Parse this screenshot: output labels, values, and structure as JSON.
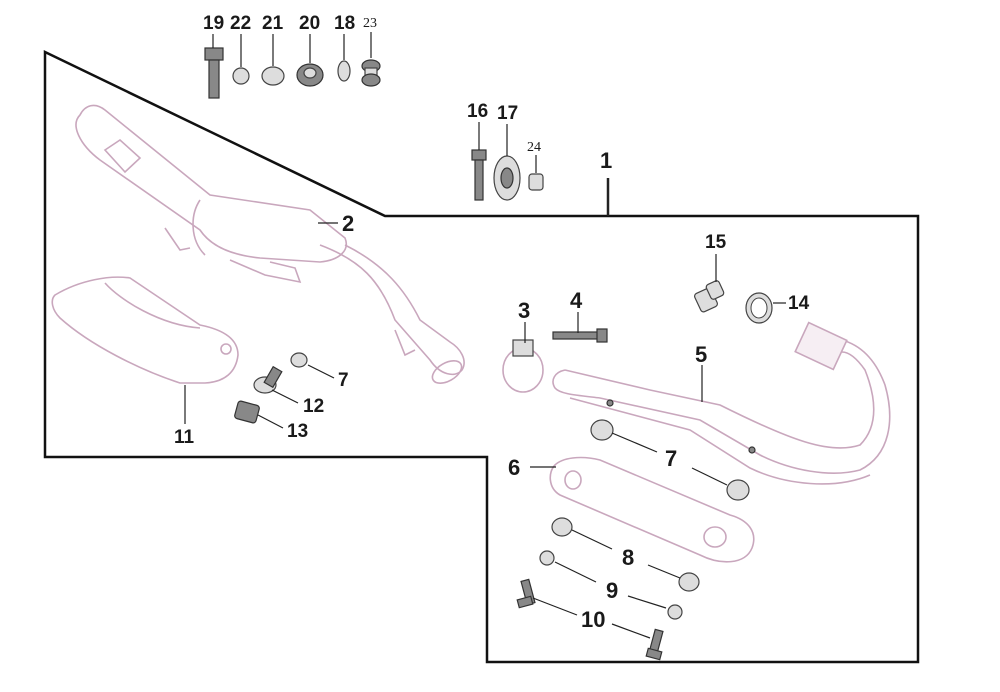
{
  "labels": {
    "p1": "1",
    "p2": "2",
    "p3": "3",
    "p4": "4",
    "p5": "5",
    "p6": "6",
    "p7a": "7",
    "p7b": "7",
    "p8": "8",
    "p9": "9",
    "p10": "10",
    "p11": "11",
    "p12": "12",
    "p13": "13",
    "p14": "14",
    "p15": "15",
    "p16": "16",
    "p17": "17",
    "p18": "18",
    "p19": "19",
    "p20": "20",
    "p21": "21",
    "p22": "22",
    "p23": "23",
    "p24": "24"
  },
  "colors": {
    "part_outline": "#c9a7bd",
    "border": "#111111",
    "hardware": "#888888"
  }
}
